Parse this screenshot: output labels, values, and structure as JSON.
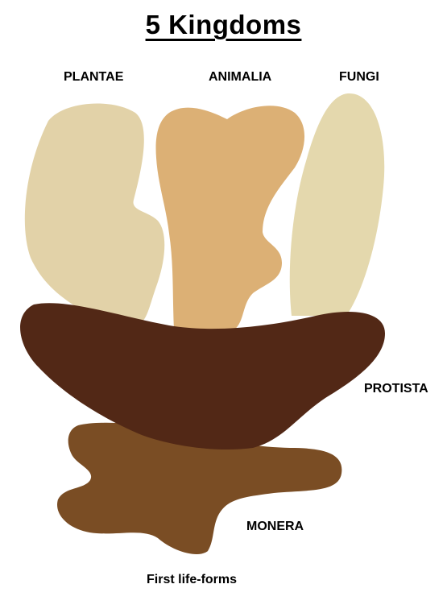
{
  "title": "5 Kingdoms",
  "kingdoms": {
    "plantae": {
      "label": "PLANTAE",
      "color": "#e2d2a8"
    },
    "animalia": {
      "label": "ANIMALIA",
      "color": "#dcb075"
    },
    "fungi": {
      "label": "FUNGI",
      "color": "#e4d8ad"
    },
    "protista": {
      "label": "PROTISTA",
      "color": "#522816"
    },
    "monera": {
      "label": "MONERA",
      "color": "#7a4d24"
    }
  },
  "origin_label": "First life-forms"
}
